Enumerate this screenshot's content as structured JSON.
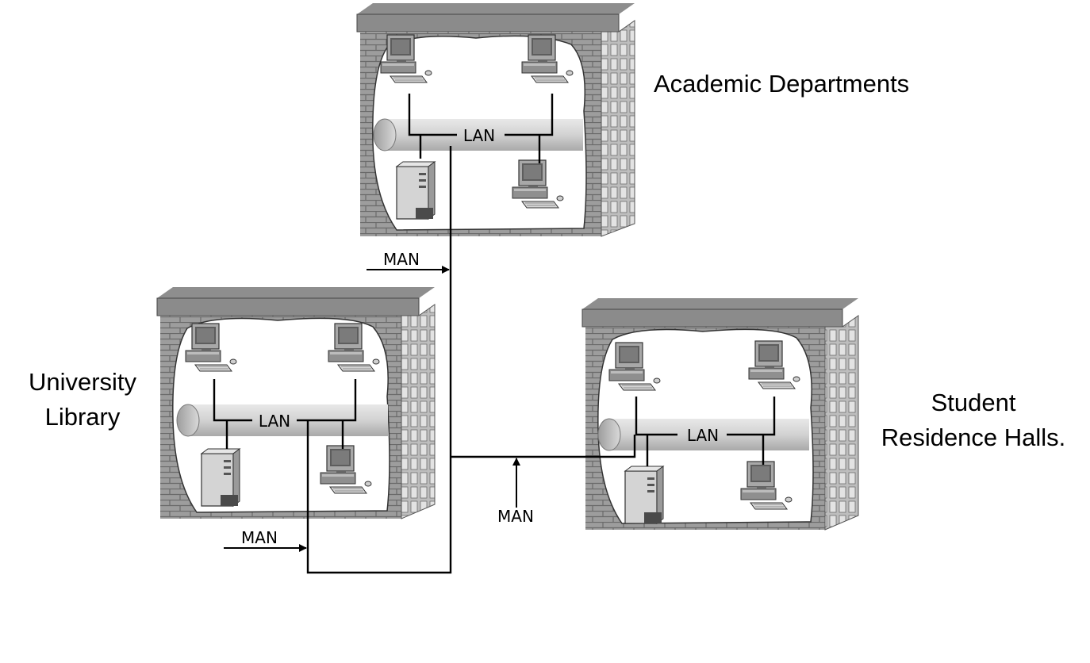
{
  "buildings": {
    "academic": {
      "caption": "Academic Departments",
      "lan_label": "LAN"
    },
    "library": {
      "caption_line1": "University",
      "caption_line2": "Library",
      "lan_label": "LAN"
    },
    "residence": {
      "caption_line1": "Student",
      "caption_line2": "Residence Halls.",
      "lan_label": "LAN"
    }
  },
  "man_labels": {
    "top": "MAN",
    "bottom_left": "MAN",
    "bottom_center": "MAN"
  },
  "colors": {
    "brick": "#9a9a9a",
    "roof": "#8e8e8e",
    "window_side": "#b9b9b9",
    "pipe": "#cfcfcf",
    "line": "#000000"
  },
  "icons": [
    "workstation-icon",
    "server-tower-icon",
    "lan-pipe-icon",
    "building-icon"
  ]
}
